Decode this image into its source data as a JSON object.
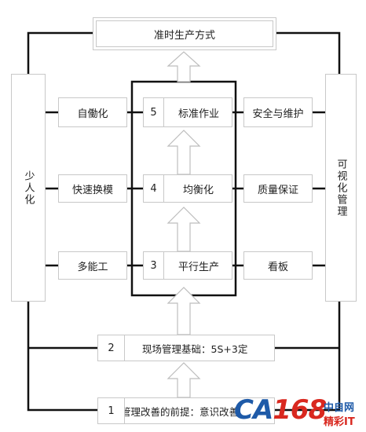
{
  "top_box": "准时生产方式",
  "left_side": "少人化",
  "right_side": "可视化管理",
  "left_column": [
    "自働化",
    "快速换模",
    "多能工"
  ],
  "center_column": [
    {
      "num": "5",
      "label": "标准作业"
    },
    {
      "num": "4",
      "label": "均衡化"
    },
    {
      "num": "3",
      "label": "平行生产"
    }
  ],
  "right_column": [
    "安全与维护",
    "质量保证",
    "看板"
  ],
  "foundation_2": {
    "num": "2",
    "label": "现场管理基础：5S+3定"
  },
  "foundation_1": {
    "num": "1",
    "label": "现场管理改善的前提：意识改善"
  },
  "watermark": {
    "logo_a": "CA",
    "logo_b": "168",
    "line1": "中自网",
    "line2": "精彩IT"
  }
}
